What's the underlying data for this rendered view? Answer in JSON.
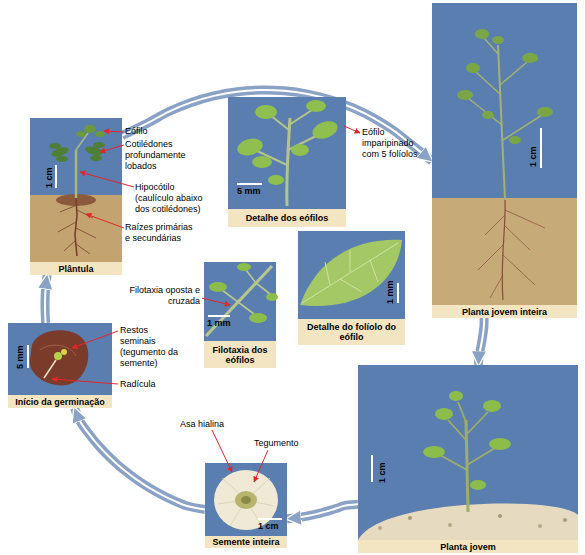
{
  "diagram": {
    "nodes": [
      {
        "text": [
          "Plântula"
        ]
      },
      {
        "text": [
          "Detalhe dos eófilos"
        ]
      },
      {
        "text": [
          "Planta jovem inteira"
        ]
      },
      {
        "text": [
          "Filotaxia dos eófilos"
        ]
      },
      {
        "text": [
          "Detalhe do folíolo do eófilo"
        ]
      },
      {
        "text": [
          "Início da germinação"
        ]
      },
      {
        "text": [
          "Semente inteira"
        ]
      },
      {
        "text": [
          "Planta jovem"
        ]
      }
    ],
    "edges": [
      {
        "from": 6,
        "to": 5,
        "arrow": "to"
      },
      {
        "from": 5,
        "to": 0,
        "arrow": "to"
      },
      {
        "from": 0,
        "to": 2,
        "arrow": "to"
      },
      {
        "from": 2,
        "to": 7,
        "arrow": "to"
      },
      {
        "from": 7,
        "to": 6,
        "arrow": "to"
      }
    ],
    "labels": [
      "Eófilo",
      "Cotilédones profundamente lobados",
      "Hipocótilo (caulículo abaixo dos cotilédones)",
      "Raízes primárias e secundárias",
      "1 cm",
      "5 mm",
      "Eófilo imparipinado com 5 folíolos",
      "1 cm",
      "Filotaxia oposta e cruzada",
      "1 mm",
      "1 mm",
      "Restos seminais (tegumento da semente)",
      "5 mm",
      "Radícula",
      "Asa hialina",
      "Tegumento",
      "1 cm",
      "1 cm"
    ]
  }
}
